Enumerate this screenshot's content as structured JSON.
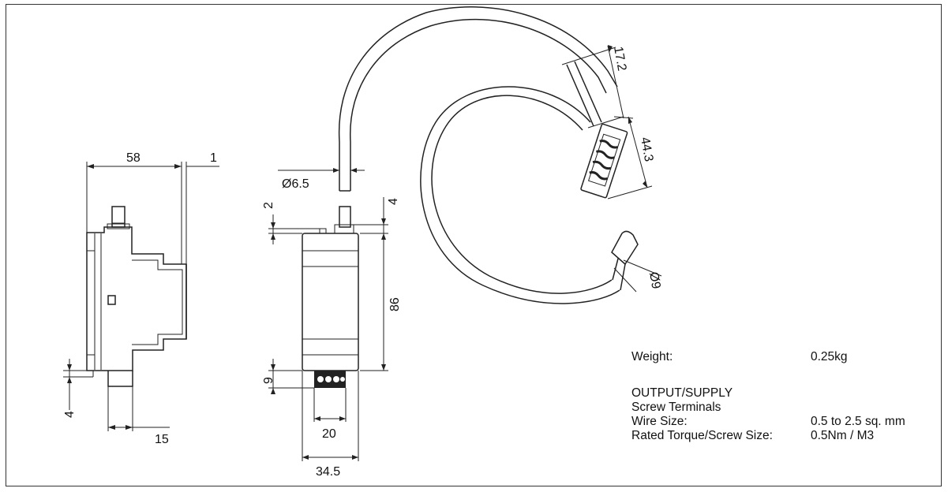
{
  "dimensions": {
    "side_width": "58",
    "side_gap": "1",
    "side_bottom": "4",
    "side_foot": "15",
    "front_top_left": "2",
    "front_top_right": "4",
    "front_height": "86",
    "front_terminal": "9",
    "front_terminal_width": "20",
    "front_width": "34.5",
    "cable_diameter": "Ø6.5",
    "clamp_thickness": "17.2",
    "clamp_length": "44.3",
    "loop_diameter": "Ø9"
  },
  "specs": {
    "weight_label": "Weight:",
    "weight_value": "0.25kg",
    "section_title": "OUTPUT/SUPPLY",
    "terminals": "Screw Terminals",
    "wire_label": "Wire Size:",
    "wire_value": "0.5 to 2.5 sq. mm",
    "torque_label": "Rated Torque/Screw Size:",
    "torque_value": "0.5Nm / M3"
  }
}
